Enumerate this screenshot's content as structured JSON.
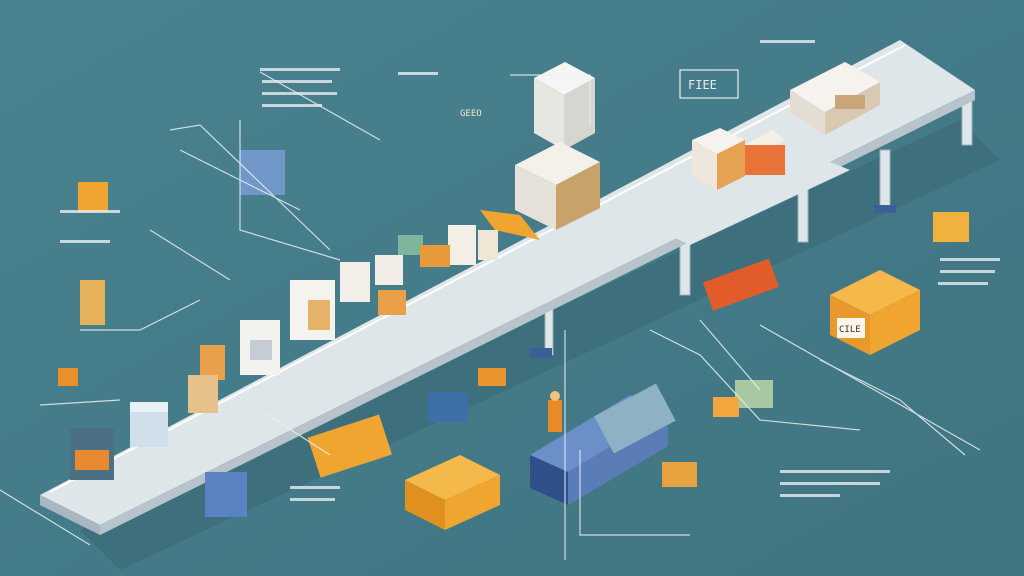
{
  "scene": {
    "description_colors": {
      "background": "#447a86",
      "conveyor_top": "#dfe6ea",
      "conveyor_side": "#b7c4cb",
      "box_orange": "#f0a531",
      "box_orange_dark": "#c97a1a",
      "machine_white": "#f3f1ec",
      "accent_blue": "#3a5f99",
      "line_white": "#e8eef0"
    },
    "labels": {
      "label_top_mid": "GEEO",
      "label_top_sign": "FIEE",
      "label_box_big": "CILE"
    }
  }
}
